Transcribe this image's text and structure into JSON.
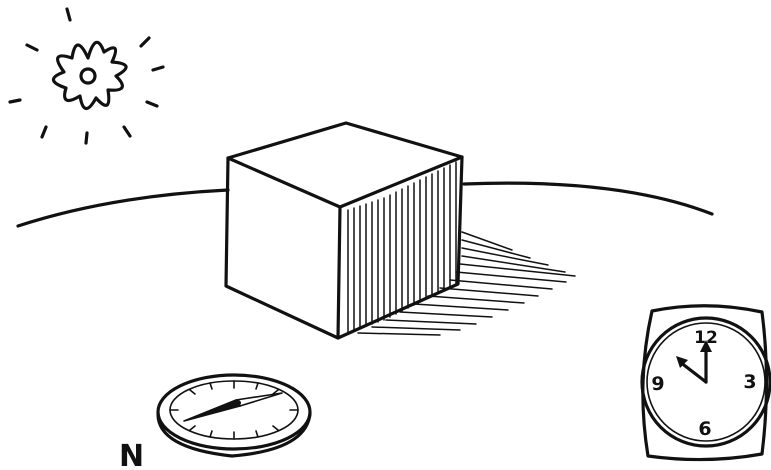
{
  "sketch": {
    "compass_label": "N",
    "clock": {
      "numerals": {
        "twelve": "12",
        "three": "3",
        "six": "6",
        "nine": "9"
      }
    }
  }
}
